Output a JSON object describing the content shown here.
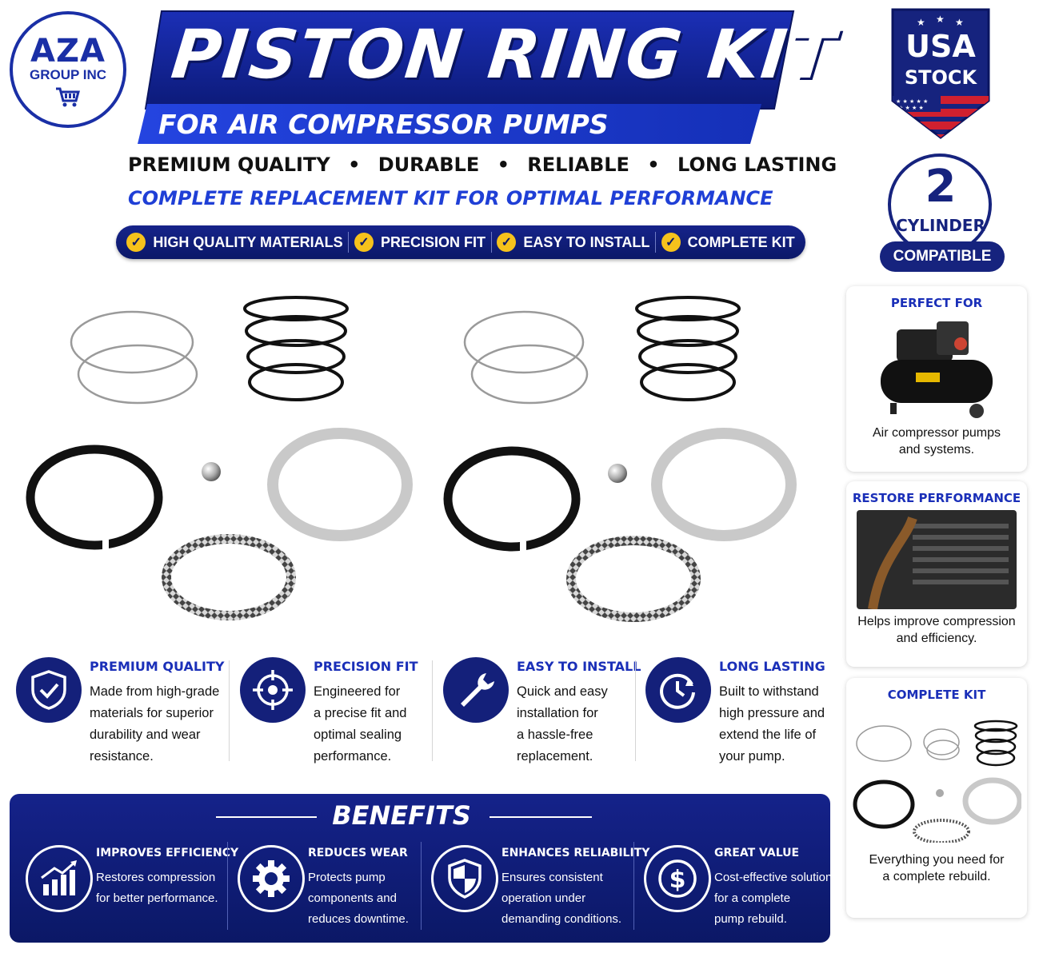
{
  "logo": {
    "name": "AZA",
    "sub": "GROUP INC"
  },
  "header": {
    "title": "PISTON RING KIT",
    "subtitle": "FOR AIR COMPRESSOR PUMPS",
    "taglines": [
      "PREMIUM QUALITY",
      "DURABLE",
      "RELIABLE",
      "LONG LASTING"
    ],
    "tagline2": "COMPLETE REPLACEMENT KIT FOR OPTIMAL PERFORMANCE"
  },
  "highlights": [
    "HIGH QUALITY MATERIALS",
    "PRECISION FIT",
    "EASY TO INSTALL",
    "COMPLETE KIT"
  ],
  "badges": {
    "usa_line1": "USA",
    "usa_line2": "STOCK",
    "cyl_number": "2",
    "cyl_label": "CYLINDER",
    "cyl_compatible": "COMPATIBLE"
  },
  "cards": [
    {
      "title": "PERFECT FOR",
      "text1": "Air compressor pumps",
      "text2": "and systems."
    },
    {
      "title": "RESTORE PERFORMANCE",
      "text1": "Helps improve compression",
      "text2": "and efficiency."
    },
    {
      "title": "COMPLETE KIT",
      "text1": "Everything you need for",
      "text2": "a complete rebuild."
    }
  ],
  "features": [
    {
      "title": "PREMIUM QUALITY",
      "lines": [
        "Made from high-grade",
        "materials for superior",
        "durability and wear",
        "resistance."
      ],
      "icon": "shield-check-icon"
    },
    {
      "title": "PRECISION FIT",
      "lines": [
        "Engineered for",
        "a precise fit and",
        "optimal sealing",
        "performance."
      ],
      "icon": "crosshair-icon"
    },
    {
      "title": "EASY TO INSTALL",
      "lines": [
        "Quick and easy",
        "installation for",
        "a hassle-free",
        "replacement."
      ],
      "icon": "wrench-icon"
    },
    {
      "title": "LONG LASTING",
      "lines": [
        "Built to withstand",
        "high pressure and",
        "extend the life of",
        "your pump."
      ],
      "icon": "clock-arrow-icon"
    }
  ],
  "benefits": {
    "heading": "BENEFITS",
    "items": [
      {
        "title": "IMPROVES EFFICIENCY",
        "lines": [
          "Restores compression",
          "for better performance."
        ],
        "icon": "bar-chart-icon"
      },
      {
        "title": "REDUCES WEAR",
        "lines": [
          "Protects pump",
          "components and",
          "reduces downtime."
        ],
        "icon": "gear-icon"
      },
      {
        "title": "ENHANCES RELIABILITY",
        "lines": [
          "Ensures consistent",
          "operation under",
          "demanding conditions."
        ],
        "icon": "shield-icon"
      },
      {
        "title": "GREAT VALUE",
        "lines": [
          "Cost-effective solution",
          "for a complete",
          "pump rebuild."
        ],
        "icon": "dollar-icon"
      }
    ]
  },
  "colors": {
    "navy": "#0b1868",
    "accent_blue": "#1f3fd6",
    "check_yellow": "#f6c21c",
    "usa_red": "#d0202f"
  }
}
